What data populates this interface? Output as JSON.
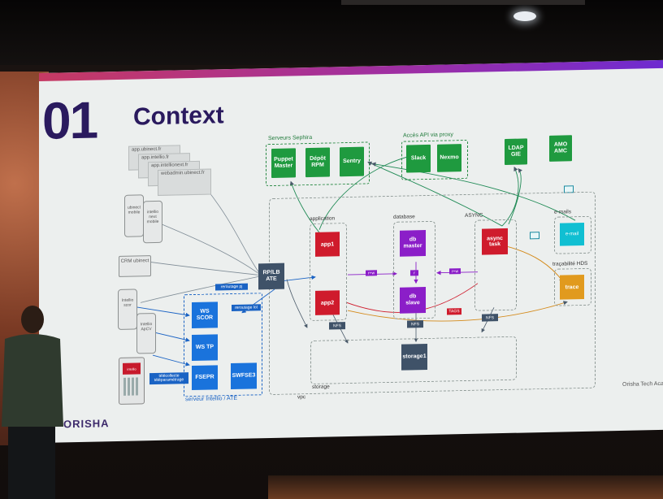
{
  "slide": {
    "number": "01",
    "title": "Context",
    "footer": "Orisha Tech Acade",
    "logo": "ORISHA"
  },
  "groups": {
    "sephira": "Serveurs Sephira",
    "api_proxy": "Accès API via proxy",
    "application": "application",
    "database": "database",
    "async": "ASYNC",
    "emails": "e-mails",
    "tracabilite": "traçabilité HDS",
    "storage": "storage",
    "vpc": "vpc",
    "intellio": "serveur Intellio / ATE"
  },
  "nodes": {
    "puppet": "Puppet Master",
    "depot": "Dépôt RPM",
    "sentry": "Sentry",
    "slack": "Slack",
    "nexmo": "Nexmo",
    "ldap": "LDAP GIE",
    "amo": "AMO AMC",
    "app1": "app1",
    "app2": "app2",
    "db_master_top": "db",
    "db_master": "master",
    "db_slave_top": "db",
    "db_slave": "slave",
    "async_task": "async task",
    "email": "e-mail",
    "trace": "trace",
    "rp_lb_top": "RP/LB",
    "rp_lb": "ATE",
    "storage1": "storage1",
    "ws_scor": "WS SCOR",
    "ws_tp": "WS TP",
    "fsepr": "FSEPR",
    "swfse3": "SWFSE3"
  },
  "clients": {
    "websites": [
      "app.ubinect.fr",
      "app.intellio.fr",
      "app.intellionext.fr",
      "webadmin.ubinect.fr"
    ],
    "ubinect_mobile": "ubinect mobile",
    "intellio_next": "intellio next mobile",
    "crm": "CRM ubinect",
    "intellio_scor": "Intellio scor",
    "intellio_apcv": "Intellio ApCV",
    "tpe": "intellio"
  },
  "tags": {
    "nfs": "NFS",
    "rw": "r+w",
    "r": "r",
    "tags": "TAGS",
    "reroutage_pj": "reroutage pj",
    "reroutage_lot": "reroutage lot",
    "telecollecte": "télécollecte",
    "teleparametrage": "téléparamétrage"
  }
}
